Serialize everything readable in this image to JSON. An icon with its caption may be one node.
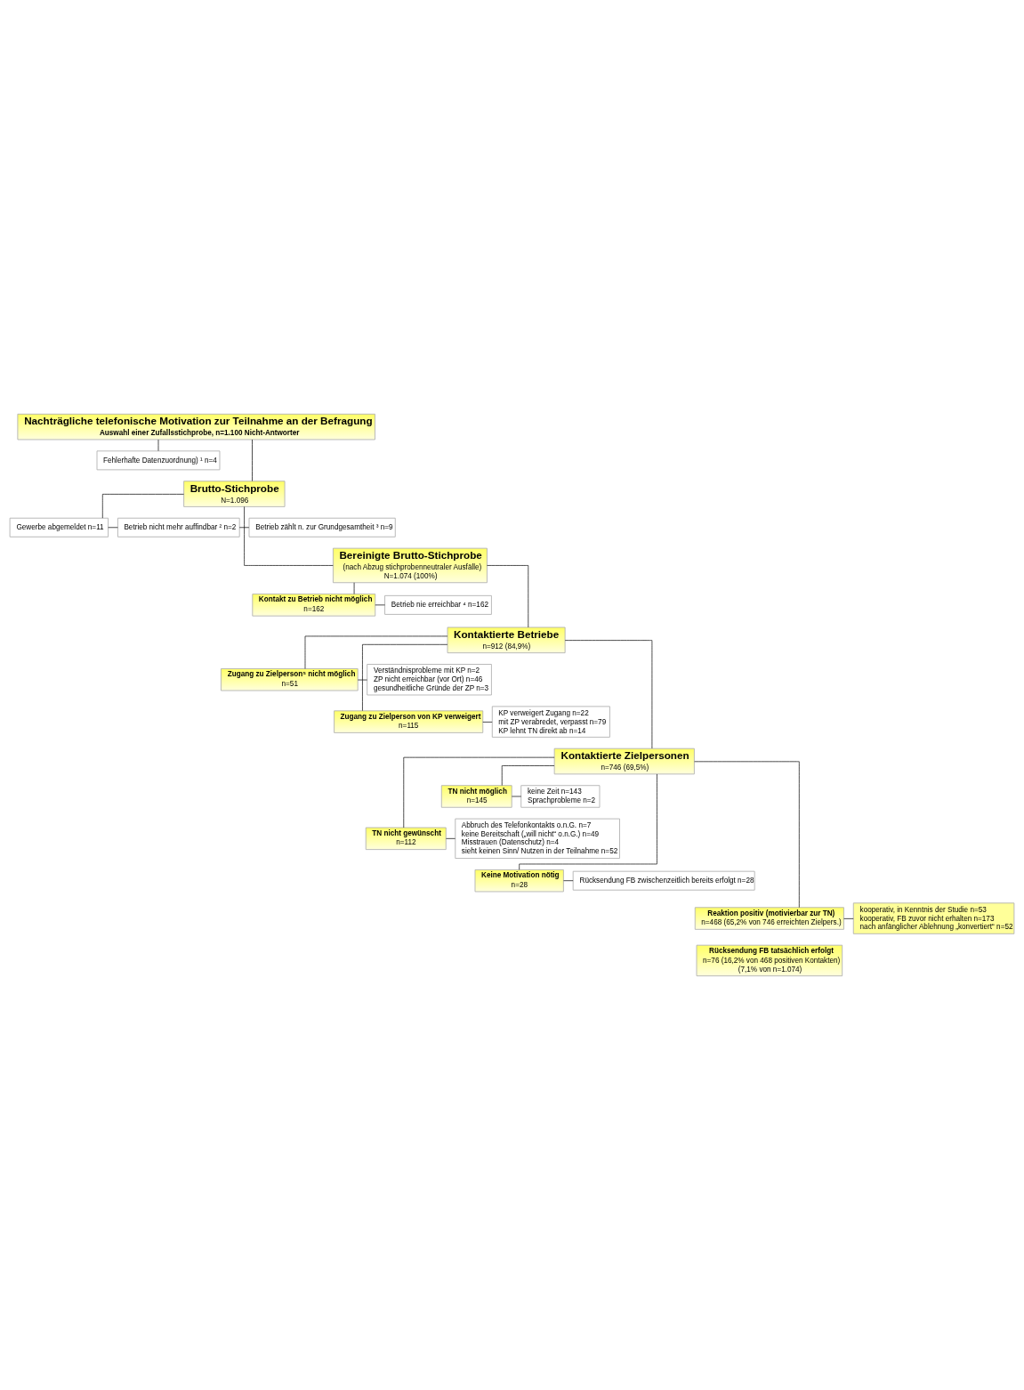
{
  "diagram": {
    "nodes": [
      {
        "text": [
          "Nachträgliche telefonische Motivation zur Teilnahme an der Befragung",
          "Auswahl einer Zufallsstichprobe, n=1.100 Nicht-Antworter"
        ]
      },
      {
        "text": [
          "Fehlerhafte Datenzuordnung) ¹ n=4"
        ]
      },
      {
        "text": [
          "Brutto-Stichprobe",
          "N=1.096"
        ]
      },
      {
        "text": [
          "Gewerbe abgemeldet n=11"
        ]
      },
      {
        "text": [
          "Betrieb nicht mehr auffindbar ² n=2"
        ]
      },
      {
        "text": [
          "Betrieb zählt n. zur Grundgesamtheit ³ n=9"
        ]
      },
      {
        "text": [
          "Bereinigte Brutto-Stichprobe",
          "(nach Abzug stichprobenneutraler Ausfälle)",
          "N=1.074 (100%)"
        ]
      },
      {
        "text": [
          "Kontakt zu Betrieb nicht möglich",
          "n=162"
        ]
      },
      {
        "text": [
          "Betrieb nie erreichbar ⁴ n=162"
        ]
      },
      {
        "text": [
          "Kontaktierte Betriebe",
          "n=912 (84,9%)"
        ]
      },
      {
        "text": [
          "Zugang zu Zielperson⁵ nicht möglich",
          "n=51"
        ]
      },
      {
        "text": [
          "Verständnisprobleme mit KP n=2",
          "ZP nicht erreichbar (vor Ort) n=46",
          "gesundheitliche Gründe der ZP n=3"
        ]
      },
      {
        "text": [
          "Zugang zu Zielperson von KP verweigert",
          "n=115"
        ]
      },
      {
        "text": [
          "KP verweigert Zugang n=22",
          "mit ZP verabredet, verpasst n=79",
          "KP lehnt TN direkt ab n=14"
        ]
      },
      {
        "text": [
          "Kontaktierte Zielpersonen",
          "n=746 (69,5%)"
        ]
      },
      {
        "text": [
          "TN nicht möglich",
          "n=145"
        ]
      },
      {
        "text": [
          "keine Zeit n=143",
          "Sprachprobleme n=2"
        ]
      },
      {
        "text": [
          "TN nicht gewünscht",
          "n=112"
        ]
      },
      {
        "text": [
          "Abbruch des Telefonkontakts o.n.G. n=7",
          "keine Bereitschaft („will nicht“ o.n.G.) n=49",
          "Misstrauen (Datenschutz) n=4",
          "sieht keinen Sinn/ Nutzen in der Teilnahme n=52"
        ]
      },
      {
        "text": [
          "Keine Motivation nötig",
          "n=28"
        ]
      },
      {
        "text": [
          "Rücksendung FB zwischenzeitlich bereits erfolgt n=28"
        ]
      },
      {
        "text": [
          "Reaktion positiv (motivierbar zur TN)",
          "n=468 (65,2% von 746 erreichten Zielpers.)"
        ]
      },
      {
        "text": [
          "kooperativ, in Kenntnis der Studie n=53",
          "kooperativ, FB zuvor nicht erhalten n=173",
          "nach anfänglicher Ablehnung „konvertiert“ n=52"
        ]
      },
      {
        "text": [
          "Rücksendung FB tatsächlich erfolgt",
          "n=76 (16,2% von 468 positiven Kontakten)",
          "(7,1% von n=1.074)"
        ]
      }
    ],
    "edges": [
      {
        "from": 0,
        "to": 1,
        "arrow": "none"
      },
      {
        "from": 0,
        "to": 2,
        "arrow": "none"
      },
      {
        "from": 2,
        "to": 3,
        "arrow": "none"
      },
      {
        "from": 3,
        "to": 4,
        "arrow": "none"
      },
      {
        "from": 4,
        "to": 5,
        "arrow": "none"
      },
      {
        "from": 2,
        "to": 6,
        "arrow": "none"
      },
      {
        "from": 6,
        "to": 7,
        "arrow": "none"
      },
      {
        "from": 7,
        "to": 8,
        "arrow": "none"
      },
      {
        "from": 6,
        "to": 9,
        "arrow": "none"
      },
      {
        "from": 9,
        "to": 10,
        "arrow": "none"
      },
      {
        "from": 10,
        "to": 11,
        "arrow": "none"
      },
      {
        "from": 9,
        "to": 12,
        "arrow": "none"
      },
      {
        "from": 12,
        "to": 13,
        "arrow": "none"
      },
      {
        "from": 9,
        "to": 14,
        "arrow": "none"
      },
      {
        "from": 14,
        "to": 15,
        "arrow": "none"
      },
      {
        "from": 15,
        "to": 16,
        "arrow": "none"
      },
      {
        "from": 14,
        "to": 17,
        "arrow": "none"
      },
      {
        "from": 17,
        "to": 18,
        "arrow": "none"
      },
      {
        "from": 14,
        "to": 19,
        "arrow": "none"
      },
      {
        "from": 19,
        "to": 20,
        "arrow": "none"
      },
      {
        "from": 14,
        "to": 21,
        "arrow": "none"
      },
      {
        "from": 21,
        "to": 22,
        "arrow": "none"
      }
    ]
  }
}
